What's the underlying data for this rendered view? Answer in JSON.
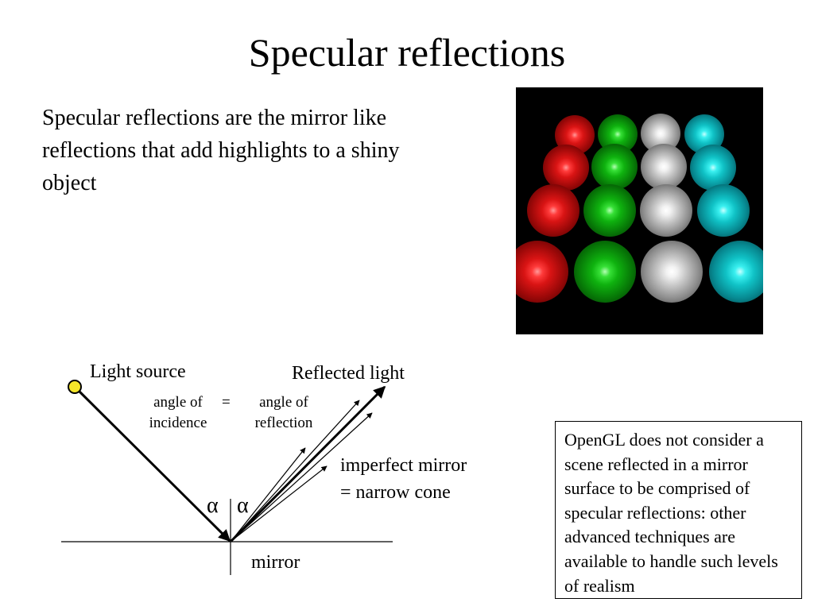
{
  "slide": {
    "title": "Specular reflections",
    "intro_text": "Specular reflections are the mirror like reflections that add highlights to a shiny object"
  },
  "image_panel": {
    "rows": [
      [
        "red",
        "green",
        "white",
        "cyan"
      ],
      [
        "red",
        "green",
        "white",
        "cyan"
      ],
      [
        "red",
        "green",
        "white",
        "cyan"
      ],
      [
        "red",
        "green",
        "white",
        "cyan"
      ]
    ]
  },
  "diagram": {
    "light_source_label": "Light source",
    "reflected_light_label": "Reflected light",
    "angle_incidence_l1": "angle of",
    "angle_incidence_l2": "incidence",
    "equals_sign": "=",
    "angle_reflection_l1": "angle of",
    "angle_reflection_l2": "reflection",
    "cone_label_l1": "imperfect mirror",
    "cone_label_l2": "= narrow cone",
    "alpha_left": "α",
    "alpha_right": "α",
    "mirror_label": "mirror",
    "colors": {
      "light_source_fill": "#f5e62a",
      "light_source_stroke": "#000000"
    }
  },
  "note": {
    "text": "OpenGL does not consider a scene reflected in a mirror surface to be comprised of specular reflections: other advanced techniques are available to handle such levels of realism"
  }
}
